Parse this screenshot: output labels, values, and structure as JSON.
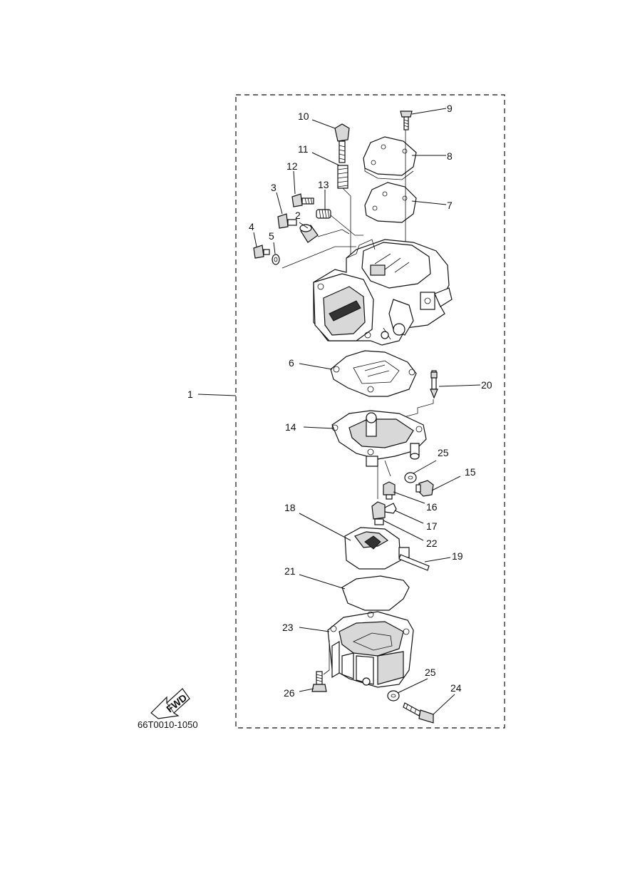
{
  "diagram": {
    "drawing_code": "66T0010-1050",
    "fwd_label": "FWD",
    "callouts": {
      "c1": "1",
      "c2": "2",
      "c3": "3",
      "c4": "4",
      "c5": "5",
      "c6": "6",
      "c7": "7",
      "c8": "8",
      "c9": "9",
      "c10": "10",
      "c11": "11",
      "c12": "12",
      "c13": "13",
      "c14": "14",
      "c15": "15",
      "c16": "16",
      "c17": "17",
      "c18": "18",
      "c19": "19",
      "c20": "20",
      "c21": "21",
      "c22": "22",
      "c23": "23",
      "c24": "24",
      "c25a": "25",
      "c25b": "25",
      "c26": "26"
    }
  }
}
